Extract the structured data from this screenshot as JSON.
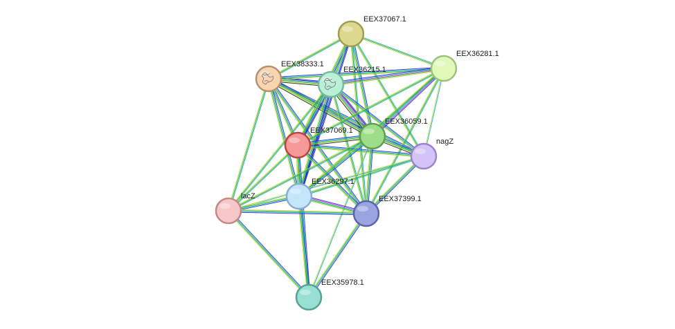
{
  "nodes": [
    {
      "id": "EEX37067.1",
      "label": "EEX37067.1",
      "fill": "#dcd88e",
      "stroke": "#a09d52"
    },
    {
      "id": "EEX38333.1",
      "label": "EEX38333.1",
      "fill": "#f8d4b0",
      "stroke": "#b8906e",
      "has_structure": true
    },
    {
      "id": "EEX36215.1",
      "label": "EEX36215.1",
      "fill": "#b8f0d8",
      "stroke": "#78b89c",
      "has_structure": true
    },
    {
      "id": "EEX36281.1",
      "label": "EEX36281.1",
      "fill": "#e0f8b8",
      "stroke": "#a0c080"
    },
    {
      "id": "EEX37069.1",
      "label": "EEX37069.1",
      "fill": "#f49898",
      "stroke": "#c24040"
    },
    {
      "id": "EEX36059.1",
      "label": "EEX36059.1",
      "fill": "#9ede8a",
      "stroke": "#5ea04e"
    },
    {
      "id": "nagZ",
      "label": "nagZ",
      "fill": "#d4c4fa",
      "stroke": "#9a84cc"
    },
    {
      "id": "EEX36297.1",
      "label": "EEX36297.1",
      "fill": "#c4e4fa",
      "stroke": "#88aed0"
    },
    {
      "id": "lacZ",
      "label": "lacZ",
      "fill": "#f8c8c8",
      "stroke": "#c48888"
    },
    {
      "id": "EEX37399.1",
      "label": "EEX37399.1",
      "fill": "#9ca4e0",
      "stroke": "#5a64aa"
    },
    {
      "id": "EEX35978.1",
      "label": "EEX35978.1",
      "fill": "#98e0d4",
      "stroke": "#58a094"
    }
  ],
  "edge_colors": {
    "neighborhood": "#3030e0",
    "fusion": "#1010a0",
    "cooccurrence": "#20b0c0",
    "coexpression": "#30b030",
    "experiments": "#d030d0",
    "textmining": "#b8d848",
    "homology": "#202020"
  },
  "edges": [
    {
      "a": "EEX37067.1",
      "b": "EEX38333.1",
      "types": [
        "cooccurrence",
        "coexpression",
        "textmining"
      ]
    },
    {
      "a": "EEX37067.1",
      "b": "EEX36215.1",
      "types": [
        "cooccurrence",
        "coexpression",
        "textmining"
      ]
    },
    {
      "a": "EEX37067.1",
      "b": "EEX36281.1",
      "types": [
        "cooccurrence",
        "coexpression",
        "textmining"
      ]
    },
    {
      "a": "EEX37067.1",
      "b": "EEX37069.1",
      "types": [
        "neighborhood",
        "cooccurrence",
        "coexpression",
        "textmining"
      ]
    },
    {
      "a": "EEX37067.1",
      "b": "EEX36059.1",
      "types": [
        "neighborhood",
        "cooccurrence",
        "coexpression",
        "textmining"
      ]
    },
    {
      "a": "EEX37067.1",
      "b": "nagZ",
      "types": [
        "cooccurrence",
        "coexpression",
        "textmining"
      ]
    },
    {
      "a": "EEX37067.1",
      "b": "EEX36297.1",
      "types": [
        "neighborhood",
        "fusion",
        "cooccurrence",
        "textmining"
      ]
    },
    {
      "a": "EEX37067.1",
      "b": "EEX37399.1",
      "types": [
        "cooccurrence",
        "coexpression",
        "textmining"
      ]
    },
    {
      "a": "EEX38333.1",
      "b": "EEX36215.1",
      "types": [
        "neighborhood",
        "fusion",
        "cooccurrence",
        "coexpression",
        "textmining",
        "homology"
      ]
    },
    {
      "a": "EEX38333.1",
      "b": "EEX36281.1",
      "types": [
        "neighborhood",
        "cooccurrence",
        "coexpression",
        "textmining"
      ]
    },
    {
      "a": "EEX38333.1",
      "b": "EEX37069.1",
      "types": [
        "neighborhood",
        "cooccurrence",
        "coexpression",
        "textmining"
      ]
    },
    {
      "a": "EEX38333.1",
      "b": "EEX36059.1",
      "types": [
        "neighborhood",
        "fusion",
        "cooccurrence",
        "coexpression",
        "textmining",
        "homology"
      ]
    },
    {
      "a": "EEX38333.1",
      "b": "nagZ",
      "types": [
        "neighborhood",
        "cooccurrence",
        "coexpression",
        "textmining"
      ]
    },
    {
      "a": "EEX38333.1",
      "b": "EEX36297.1",
      "types": [
        "neighborhood",
        "cooccurrence",
        "coexpression",
        "textmining"
      ]
    },
    {
      "a": "EEX38333.1",
      "b": "EEX37399.1",
      "types": [
        "neighborhood",
        "cooccurrence",
        "coexpression",
        "textmining"
      ]
    },
    {
      "a": "EEX38333.1",
      "b": "lacZ",
      "types": [
        "cooccurrence",
        "coexpression",
        "textmining"
      ]
    },
    {
      "a": "EEX36215.1",
      "b": "EEX36281.1",
      "types": [
        "neighborhood",
        "cooccurrence",
        "experiments",
        "coexpression",
        "textmining"
      ]
    },
    {
      "a": "EEX36215.1",
      "b": "EEX37069.1",
      "types": [
        "neighborhood",
        "fusion",
        "cooccurrence",
        "coexpression",
        "textmining"
      ]
    },
    {
      "a": "EEX36215.1",
      "b": "EEX36059.1",
      "types": [
        "neighborhood",
        "fusion",
        "experiments",
        "cooccurrence",
        "coexpression",
        "textmining",
        "homology"
      ]
    },
    {
      "a": "EEX36215.1",
      "b": "nagZ",
      "types": [
        "neighborhood",
        "cooccurrence",
        "coexpression",
        "textmining"
      ]
    },
    {
      "a": "EEX36215.1",
      "b": "EEX36297.1",
      "types": [
        "neighborhood",
        "fusion",
        "cooccurrence",
        "coexpression",
        "textmining"
      ]
    },
    {
      "a": "EEX36215.1",
      "b": "EEX37399.1",
      "types": [
        "cooccurrence",
        "coexpression",
        "textmining"
      ]
    },
    {
      "a": "EEX36215.1",
      "b": "lacZ",
      "types": [
        "cooccurrence",
        "coexpression",
        "textmining"
      ]
    },
    {
      "a": "EEX36281.1",
      "b": "EEX37069.1",
      "types": [
        "cooccurrence",
        "coexpression",
        "textmining"
      ]
    },
    {
      "a": "EEX36281.1",
      "b": "EEX36059.1",
      "types": [
        "neighborhood",
        "experiments",
        "cooccurrence",
        "coexpression",
        "textmining"
      ]
    },
    {
      "a": "EEX36281.1",
      "b": "nagZ",
      "types": [
        "cooccurrence",
        "textmining"
      ]
    },
    {
      "a": "EEX36281.1",
      "b": "EEX36297.1",
      "types": [
        "cooccurrence",
        "coexpression",
        "textmining"
      ]
    },
    {
      "a": "EEX36281.1",
      "b": "EEX37399.1",
      "types": [
        "cooccurrence",
        "coexpression",
        "textmining"
      ]
    },
    {
      "a": "EEX37069.1",
      "b": "EEX36059.1",
      "types": [
        "neighborhood",
        "cooccurrence",
        "coexpression",
        "textmining",
        "homology"
      ]
    },
    {
      "a": "EEX37069.1",
      "b": "nagZ",
      "types": [
        "neighborhood",
        "cooccurrence",
        "coexpression",
        "textmining"
      ]
    },
    {
      "a": "EEX37069.1",
      "b": "EEX36297.1",
      "types": [
        "neighborhood",
        "cooccurrence",
        "coexpression",
        "textmining"
      ]
    },
    {
      "a": "EEX37069.1",
      "b": "EEX37399.1",
      "types": [
        "neighborhood",
        "cooccurrence",
        "coexpression",
        "textmining"
      ]
    },
    {
      "a": "EEX37069.1",
      "b": "lacZ",
      "types": [
        "cooccurrence",
        "coexpression",
        "textmining"
      ]
    },
    {
      "a": "EEX37069.1",
      "b": "EEX35978.1",
      "types": [
        "neighborhood",
        "cooccurrence",
        "coexpression",
        "textmining"
      ]
    },
    {
      "a": "EEX36059.1",
      "b": "nagZ",
      "types": [
        "neighborhood",
        "cooccurrence",
        "coexpression",
        "textmining",
        "homology"
      ]
    },
    {
      "a": "EEX36059.1",
      "b": "EEX36297.1",
      "types": [
        "neighborhood",
        "cooccurrence",
        "coexpression",
        "textmining"
      ]
    },
    {
      "a": "EEX36059.1",
      "b": "EEX37399.1",
      "types": [
        "neighborhood",
        "cooccurrence",
        "coexpression",
        "textmining"
      ]
    },
    {
      "a": "EEX36059.1",
      "b": "lacZ",
      "types": [
        "cooccurrence",
        "coexpression",
        "textmining"
      ]
    },
    {
      "a": "EEX36059.1",
      "b": "EEX35978.1",
      "types": [
        "cooccurrence",
        "textmining"
      ]
    },
    {
      "a": "nagZ",
      "b": "EEX36297.1",
      "types": [
        "cooccurrence",
        "coexpression",
        "textmining"
      ]
    },
    {
      "a": "nagZ",
      "b": "EEX37399.1",
      "types": [
        "neighborhood",
        "cooccurrence",
        "coexpression",
        "textmining"
      ]
    },
    {
      "a": "nagZ",
      "b": "lacZ",
      "types": [
        "cooccurrence",
        "textmining"
      ]
    },
    {
      "a": "EEX36297.1",
      "b": "EEX37399.1",
      "types": [
        "neighborhood",
        "experiments",
        "cooccurrence",
        "coexpression",
        "textmining"
      ]
    },
    {
      "a": "EEX36297.1",
      "b": "lacZ",
      "types": [
        "neighborhood",
        "cooccurrence",
        "coexpression",
        "textmining"
      ]
    },
    {
      "a": "EEX36297.1",
      "b": "EEX35978.1",
      "types": [
        "neighborhood",
        "cooccurrence",
        "coexpression",
        "textmining"
      ]
    },
    {
      "a": "EEX37399.1",
      "b": "lacZ",
      "types": [
        "neighborhood",
        "cooccurrence",
        "coexpression",
        "textmining"
      ]
    },
    {
      "a": "EEX37399.1",
      "b": "EEX35978.1",
      "types": [
        "neighborhood",
        "cooccurrence",
        "coexpression",
        "textmining"
      ]
    },
    {
      "a": "lacZ",
      "b": "EEX35978.1",
      "types": [
        "neighborhood",
        "cooccurrence",
        "coexpression",
        "textmining"
      ]
    }
  ]
}
